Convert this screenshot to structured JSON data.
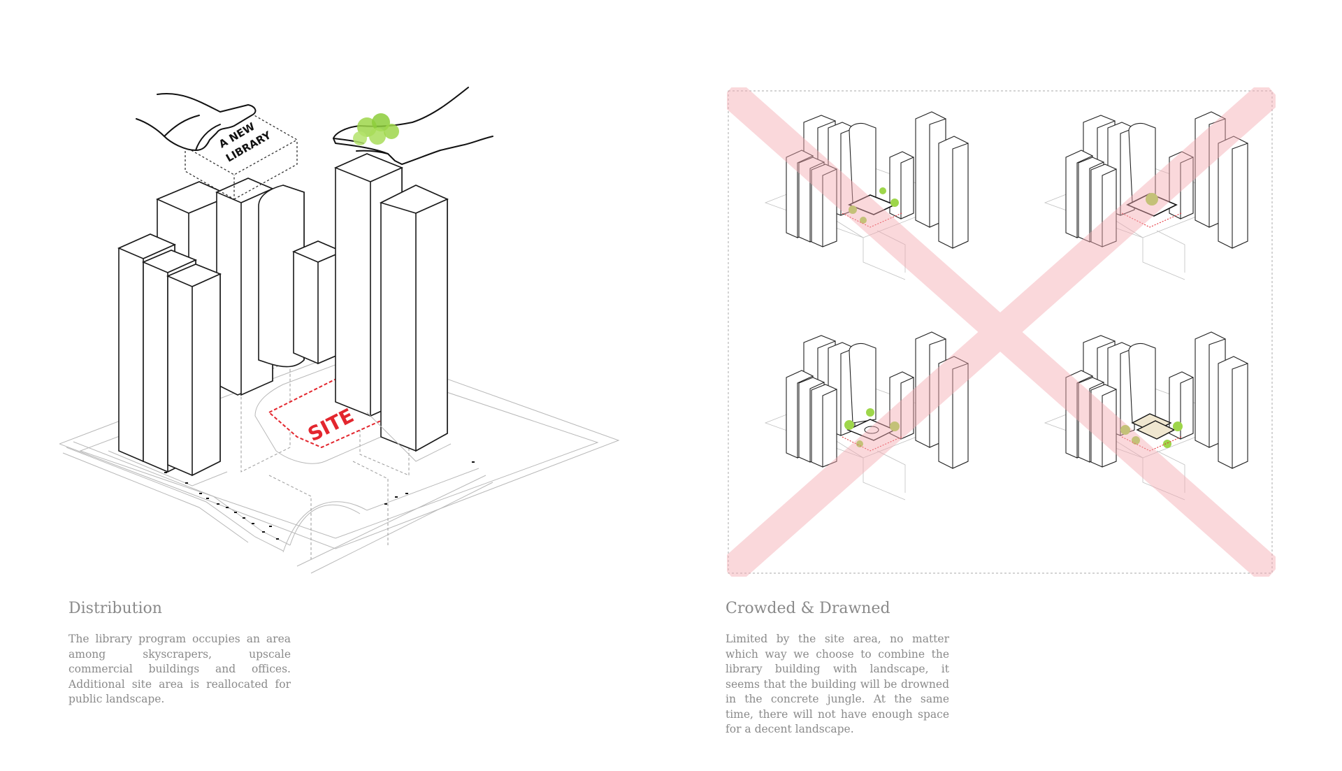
{
  "left_diagram": {
    "box_label_line1": "A NEW",
    "box_label_line2": "LIBRARY",
    "site_label": "SITE"
  },
  "right_diagram": {
    "variants": [
      "variant-1",
      "variant-2",
      "variant-3",
      "variant-4"
    ]
  },
  "captions": {
    "distribution": {
      "title": "Distribution",
      "body": "The library program occupies an area among skyscrapers, upscale commercial buildings and offices. Additional site area is reallocated for public landscape."
    },
    "crowded": {
      "title": "Crowded & Drawned",
      "body": "Limited by the site area, no matter which way we choose to combine the library building with landscape, it seems that the building will be drowned in the concrete jungle. At the same time, there will not have enough space for a decent landscape."
    }
  },
  "colors": {
    "accent_red": "#e3262e",
    "cross_pink": "#f4a9b1",
    "greenery": "#9ed64a",
    "line": "#1a1a1a",
    "caption_gray": "#8a8a8a"
  },
  "icons": [
    "hand-left-icon",
    "hand-right-icon",
    "tree-cluster-icon"
  ]
}
